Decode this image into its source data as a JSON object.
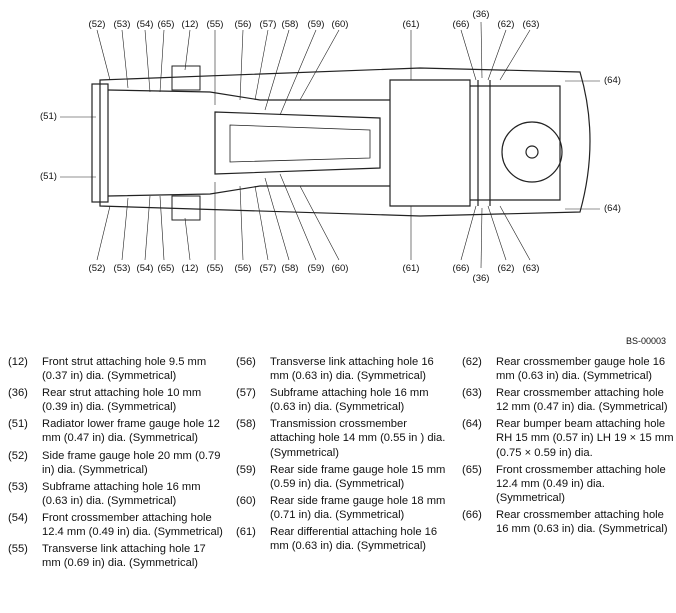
{
  "figure_code": "BS-00003",
  "callouts": {
    "top": [
      "(52)",
      "(53)",
      "(54)",
      "(65)",
      "(12)",
      "(55)",
      "(56)",
      "(57)",
      "(58)",
      "(59)",
      "(60)",
      "(61)",
      "(66)",
      "(36)",
      "(62)",
      "(63)"
    ],
    "bottom": [
      "(52)",
      "(53)",
      "(54)",
      "(65)",
      "(12)",
      "(55)",
      "(56)",
      "(57)",
      "(58)",
      "(59)",
      "(60)",
      "(61)",
      "(66)",
      "(36)",
      "(62)",
      "(63)"
    ],
    "left_upper": "(51)",
    "left_lower": "(51)",
    "right_upper": "(64)",
    "right_lower": "(64)"
  },
  "legend": {
    "col1": [
      {
        "num": "(12)",
        "text": "Front strut attaching hole 9.5 mm (0.37 in) dia. (Symmetrical)"
      },
      {
        "num": "(36)",
        "text": "Rear strut attaching hole 10 mm (0.39 in) dia. (Symmetrical)"
      },
      {
        "num": "(51)",
        "text": "Radiator lower frame gauge hole 12 mm (0.47 in) dia. (Symmetrical)"
      },
      {
        "num": "(52)",
        "text": "Side frame gauge hole 20 mm (0.79 in) dia. (Symmetrical)"
      },
      {
        "num": "(53)",
        "text": "Subframe attaching hole 16 mm (0.63 in) dia. (Symmetrical)"
      },
      {
        "num": "(54)",
        "text": "Front crossmember attaching hole 12.4 mm (0.49 in) dia. (Symmetrical)"
      },
      {
        "num": "(55)",
        "text": "Transverse link attaching hole 17 mm (0.69 in) dia. (Symmetrical)"
      }
    ],
    "col2": [
      {
        "num": "(56)",
        "text": "Transverse link attaching hole 16 mm (0.63 in) dia. (Symmetrical)"
      },
      {
        "num": "(57)",
        "text": "Subframe attaching hole 16 mm (0.63 in) dia. (Symmetrical)"
      },
      {
        "num": "(58)",
        "text": "Transmission crossmember attaching hole 14 mm (0.55 in ) dia. (Symmetrical)"
      },
      {
        "num": "(59)",
        "text": "Rear side frame gauge hole 15 mm (0.59 in) dia. (Symmetrical)"
      },
      {
        "num": "(60)",
        "text": "Rear side frame gauge hole 18 mm (0.71 in) dia. (Symmetrical)"
      },
      {
        "num": "(61)",
        "text": "Rear differential attaching hole 16 mm (0.63 in) dia. (Symmetrical)"
      }
    ],
    "col3": [
      {
        "num": "(62)",
        "text": "Rear crossmember gauge hole 16 mm (0.63 in) dia. (Symmetrical)"
      },
      {
        "num": "(63)",
        "text": "Rear crossmember attaching hole 12 mm (0.47 in) dia. (Symmetrical)"
      },
      {
        "num": "(64)",
        "text": "Rear bumper beam attaching hole RH 15 mm (0.57 in) LH 19 × 15 mm (0.75 × 0.59 in) dia."
      },
      {
        "num": "(65)",
        "text": "Front crossmember attaching hole 12.4 mm (0.49 in) dia. (Symmetrical)"
      },
      {
        "num": "(66)",
        "text": "Rear crossmember attaching hole 16 mm (0.63 in) dia. (Symmetrical)"
      }
    ]
  }
}
